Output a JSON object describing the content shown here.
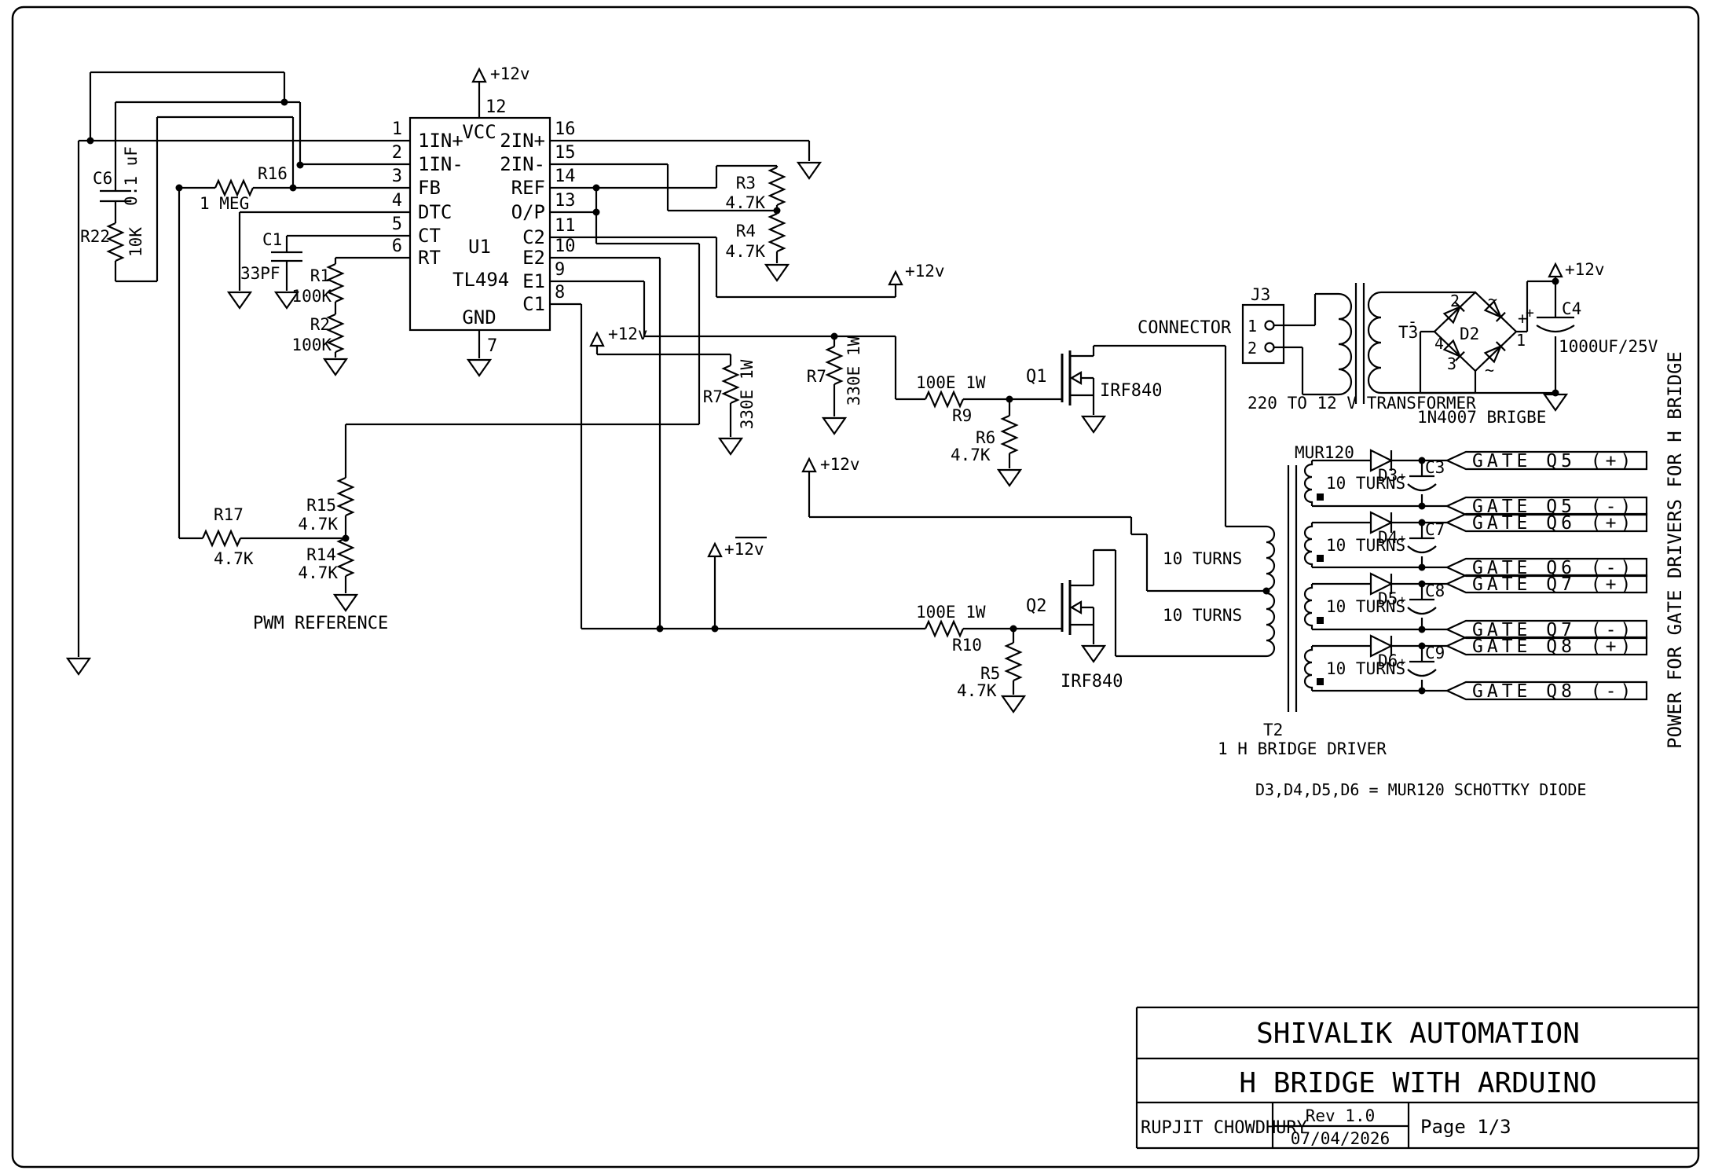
{
  "ic": {
    "ref": "U1",
    "part": "TL494",
    "vcc": "VCC",
    "gnd": "GND",
    "vcc_pin": "12",
    "gnd_pin": "7",
    "left_pins": [
      {
        "num": "1",
        "name": "1IN+"
      },
      {
        "num": "2",
        "name": "1IN-"
      },
      {
        "num": "3",
        "name": "FB"
      },
      {
        "num": "4",
        "name": "DTC"
      },
      {
        "num": "5",
        "name": "CT"
      },
      {
        "num": "6",
        "name": "RT"
      }
    ],
    "right_pins": [
      {
        "num": "16",
        "name": "2IN+"
      },
      {
        "num": "15",
        "name": "2IN-"
      },
      {
        "num": "14",
        "name": "REF"
      },
      {
        "num": "13",
        "name": "O/P"
      },
      {
        "num": "11",
        "name": "C2"
      },
      {
        "num": "10",
        "name": "E2"
      },
      {
        "num": "9",
        "name": "E1"
      },
      {
        "num": "8",
        "name": "C1"
      }
    ]
  },
  "components": {
    "c6": {
      "ref": "C6",
      "value": "0.1 uF"
    },
    "r22": {
      "ref": "R22",
      "value": "10K"
    },
    "r16": {
      "ref": "R16",
      "value": "1 MEG"
    },
    "c1": {
      "ref": "C1",
      "value": "33PF"
    },
    "r1": {
      "ref": "R1",
      "value": "100K"
    },
    "r2": {
      "ref": "R2",
      "value": "100K"
    },
    "r3": {
      "ref": "R3",
      "value": "4.7K"
    },
    "r4": {
      "ref": "R4",
      "value": "4.7K"
    },
    "r17": {
      "ref": "R17",
      "value": "4.7K"
    },
    "r15": {
      "ref": "R15",
      "value": "4.7K"
    },
    "r14": {
      "ref": "R14",
      "value": "4.7K"
    },
    "r7a": {
      "ref": "R7",
      "value": "330E 1W"
    },
    "r7b": {
      "ref": "R7",
      "value": "330E 1W"
    },
    "r9": {
      "ref": "R9",
      "value": "100E 1W"
    },
    "r6": {
      "ref": "R6",
      "value": "4.7K"
    },
    "r10": {
      "ref": "R10",
      "value": "100E 1W"
    },
    "r5": {
      "ref": "R5",
      "value": "4.7K"
    },
    "q1": {
      "ref": "Q1",
      "part": "IRF840"
    },
    "q2": {
      "ref": "Q2",
      "part": "IRF840"
    },
    "c4": {
      "ref": "C4",
      "value": "1000UF/25V",
      "plus": "+"
    },
    "j3": {
      "ref": "J3",
      "pin1": "1",
      "pin2": "2"
    },
    "t3": {
      "ref": "T3"
    },
    "d2": {
      "ref": "D2",
      "pin_top": "2",
      "pin_right": "1",
      "pin_bottom": "3",
      "pin_left": "4",
      "plus": "+",
      "minus": "-",
      "ac_top": "~",
      "ac_bottom": "~"
    },
    "t2": {
      "ref": "T2",
      "caption": "1 H BRIDGE DRIVER"
    }
  },
  "nets": {
    "p12v": "+12v",
    "pwm_reference": "PWM REFERENCE",
    "connector": "CONNECTOR"
  },
  "notes": {
    "transformer": "220 TO 12 V TRANSFORMER",
    "bridge": "1N4007 BRIGBE",
    "mur": "MUR120",
    "diodes": "D3,D4,D5,D6 = MUR120 SCHOTTKY DIODE",
    "side": "POWER FOR GATE DRIVERS FOR H BRIDGE"
  },
  "primary_windings": [
    {
      "turns": "10 TURNS"
    },
    {
      "turns": "10 TURNS"
    }
  ],
  "gate_windings": [
    {
      "turns": "10 TURNS",
      "diode": "D3",
      "cap": "C3",
      "cap_plus": "+",
      "plus_flag": "GATE Q5 (+)",
      "minus_flag": "GATE Q5 (-)"
    },
    {
      "turns": "10 TURNS",
      "diode": "D4",
      "cap": "C7",
      "cap_plus": "+",
      "plus_flag": "GATE Q6 (+)",
      "minus_flag": "GATE Q6 (-)"
    },
    {
      "turns": "10 TURNS",
      "diode": "D5",
      "cap": "C8",
      "cap_plus": "+",
      "plus_flag": "GATE Q7 (+)",
      "minus_flag": "GATE Q7 (-)"
    },
    {
      "turns": "10 TURNS",
      "diode": "D6",
      "cap": "C9",
      "cap_plus": "+",
      "plus_flag": "GATE Q8 (+)",
      "minus_flag": "GATE Q8 (-)"
    }
  ],
  "title_block": {
    "company": "SHIVALIK AUTOMATION",
    "title": "H BRIDGE WITH ARDUINO",
    "author": "RUPJIT CHOWDHURY",
    "rev": "Rev 1.0",
    "date": "07/04/2026",
    "page": "Page 1/3"
  }
}
